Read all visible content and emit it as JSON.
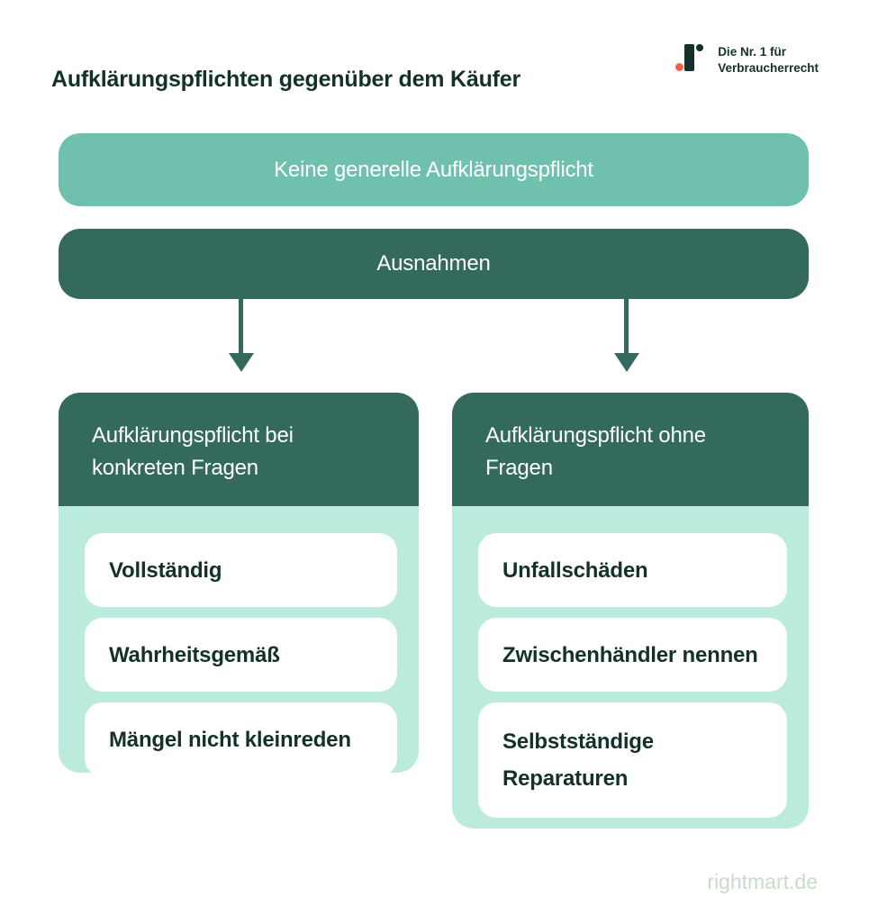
{
  "header": {
    "title": "Aufklärungspflichten gegenüber dem Käufer",
    "logo": {
      "tagline_line1": "Die Nr. 1 für",
      "tagline_line2": "Verbraucherrecht"
    }
  },
  "diagram": {
    "top_banner": "Keine generelle Aufklärungspflicht",
    "exceptions_banner": "Ausnahmen",
    "columns": [
      {
        "header_line1": "Aufklärungspflicht bei",
        "header_line2": "konkreten Fragen",
        "items": [
          "Vollständig",
          "Wahrheitsgemäß",
          "Mängel nicht kleinreden"
        ]
      },
      {
        "header_line1": "Aufklärungspflicht ohne",
        "header_line2": "Fragen",
        "items": [
          "Unfallschäden",
          "Zwischenhändler nennen",
          "Selbstständige Reparaturen"
        ]
      }
    ]
  },
  "footer": {
    "site": "rightmart.de"
  },
  "colors": {
    "teal": "#6FC0AD",
    "dark-green": "#346A5E",
    "mint": "#BAEBDC",
    "ink": "#13302A",
    "coral": "#F4604D",
    "pale-green": "#C8DCC9"
  }
}
